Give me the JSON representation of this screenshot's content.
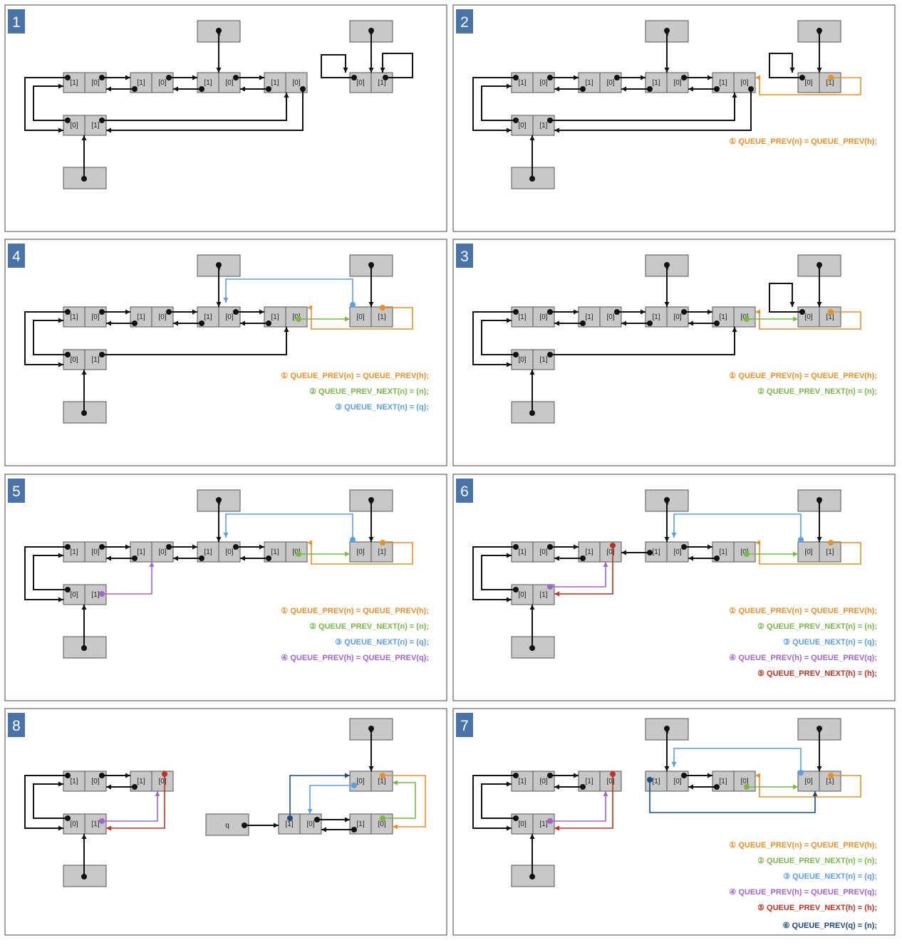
{
  "colors": {
    "black": "#111111",
    "orange": "#e8902c",
    "green": "#7ab648",
    "blue": "#5b9fe0",
    "purple": "#a066cc",
    "red": "#bb3322",
    "navy": "#1f4a80"
  },
  "labels": {
    "q": "q",
    "n": "n",
    "h": "h",
    "s0": "[0]",
    "s1": "[1]"
  },
  "steps": [
    {
      "num": "1",
      "legend": []
    },
    {
      "num": "2",
      "legend": [
        "① QUEUE_PREV(n) = QUEUE_PREV(h);"
      ]
    },
    {
      "num": "4",
      "legend": [
        "① QUEUE_PREV(n) = QUEUE_PREV(h);",
        "② QUEUE_PREV_NEXT(n) = (n);",
        "③ QUEUE_NEXT(n) = (q);"
      ]
    },
    {
      "num": "3",
      "legend": [
        "① QUEUE_PREV(n) = QUEUE_PREV(h);",
        "② QUEUE_PREV_NEXT(n) = (n);"
      ]
    },
    {
      "num": "5",
      "legend": [
        "① QUEUE_PREV(n) = QUEUE_PREV(h);",
        "② QUEUE_PREV_NEXT(n) = (n);",
        "③ QUEUE_NEXT(n) = (q);",
        "④ QUEUE_PREV(h) = QUEUE_PREV(q);"
      ]
    },
    {
      "num": "6",
      "legend": [
        "① QUEUE_PREV(n) = QUEUE_PREV(h);",
        "② QUEUE_PREV_NEXT(n) = (n);",
        "③ QUEUE_NEXT(n) = (q);",
        "④ QUEUE_PREV(h) = QUEUE_PREV(q);",
        "⑤ QUEUE_PREV_NEXT(h) = (h);"
      ]
    },
    {
      "num": "8",
      "legend": []
    },
    {
      "num": "7",
      "legend": [
        "① QUEUE_PREV(n) = QUEUE_PREV(h);",
        "② QUEUE_PREV_NEXT(n) = (n);",
        "③ QUEUE_NEXT(n) = (q);",
        "④ QUEUE_PREV(h) = QUEUE_PREV(q);",
        "⑤ QUEUE_PREV_NEXT(h) = (h);",
        "⑥ QUEUE_PREV(q) = (n);"
      ]
    }
  ]
}
